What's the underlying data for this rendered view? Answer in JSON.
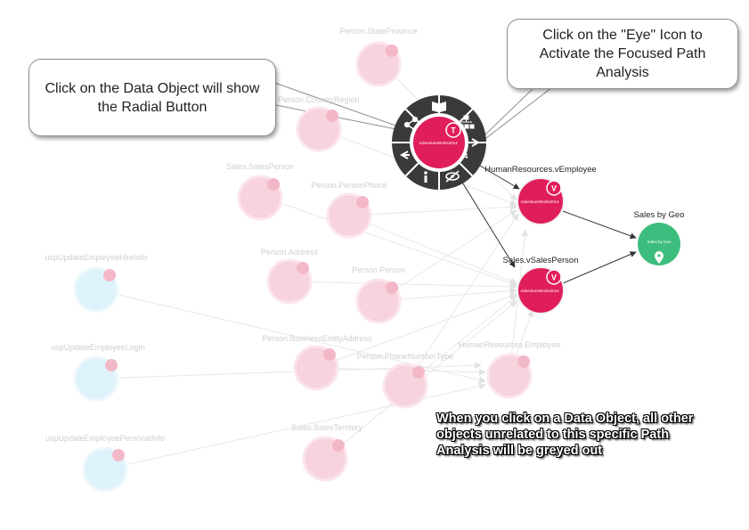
{
  "callouts": {
    "left": "Click on the Data Object will show the Radial Button",
    "right": "Click on the \"Eye\" Icon to Activate the Focused Path Analysis"
  },
  "note": "When you click on a Data Object, all other objects unrelated to this specific Path Analysis will be greyed out",
  "faded_labels": {
    "state_province": "Person.StateProvince",
    "country_region": "Person.CountryRegion",
    "sales_person": "Sales.SalesPerson",
    "person_phone": "Person.PersonPhone",
    "person_address": "Person.Address",
    "person_person": "Person.Person",
    "business_entity_address": "Person.BusinessEntityAddress",
    "phone_number_type": "Person.PhoneNumberType",
    "hr_employee": "HumanResources.Employee",
    "sales_territory": "Sales.SalesTerritory",
    "usp_hire_info": "uspUpdateEmployeeHireInfo",
    "usp_login": "uspUpdateEmployeeLogin",
    "usp_personal_info": "uspUpdateEmployeePersonalInfo"
  },
  "active_nodes": {
    "selected": {
      "inner": "AdventureWorks2014",
      "badge": "T"
    },
    "v_employee": {
      "label": "HumanResources.vEmployee",
      "inner": "AdventureWorks2014",
      "badge": "V"
    },
    "v_sales_person": {
      "label": "Sales.vSalesPerson",
      "inner": "AdventureWorks2014",
      "badge": "V"
    },
    "sales_by_geo": {
      "label": "Sales by Geo",
      "inner": "Sales by Geo"
    }
  },
  "radial_menu": {
    "count": "4"
  },
  "colors": {
    "table_node": "#e01e5a",
    "report_node": "#3dbd7d",
    "faded_pink": "#f7d3dd",
    "faded_blue": "#def2fb",
    "radial_ring": "#3a3a3a"
  },
  "icons": [
    "share-icon",
    "book-icon",
    "sitemap-icon",
    "arrow-right-icon",
    "eye-slash-icon",
    "info-icon",
    "arrow-left-icon",
    "map-pin-icon"
  ]
}
